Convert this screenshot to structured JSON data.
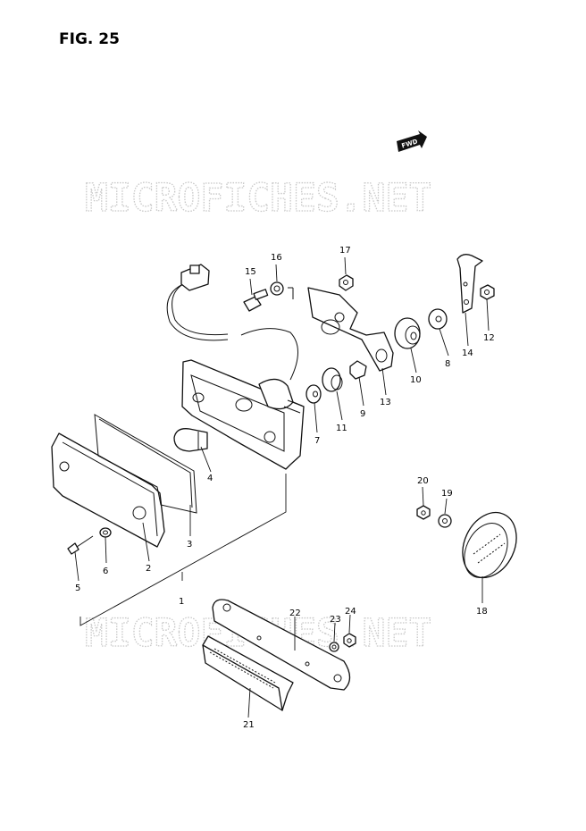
{
  "figure": {
    "title": "FIG. 25"
  },
  "forward_badge": {
    "label": "FWD"
  },
  "watermark": {
    "text": "MICROFICHES.NET"
  },
  "callouts": [
    {
      "id": "p1",
      "label": "1"
    },
    {
      "id": "p2",
      "label": "2"
    },
    {
      "id": "p3",
      "label": "3"
    },
    {
      "id": "p4",
      "label": "4"
    },
    {
      "id": "p5",
      "label": "5"
    },
    {
      "id": "p6",
      "label": "6"
    },
    {
      "id": "p7",
      "label": "7"
    },
    {
      "id": "p8",
      "label": "8"
    },
    {
      "id": "p9",
      "label": "9"
    },
    {
      "id": "p10",
      "label": "10"
    },
    {
      "id": "p11",
      "label": "11"
    },
    {
      "id": "p12",
      "label": "12"
    },
    {
      "id": "p13",
      "label": "13"
    },
    {
      "id": "p14",
      "label": "14"
    },
    {
      "id": "p15",
      "label": "15"
    },
    {
      "id": "p16",
      "label": "16"
    },
    {
      "id": "p17",
      "label": "17"
    },
    {
      "id": "p18",
      "label": "18"
    },
    {
      "id": "p19",
      "label": "19"
    },
    {
      "id": "p20",
      "label": "20"
    },
    {
      "id": "p21",
      "label": "21"
    },
    {
      "id": "p22",
      "label": "22"
    },
    {
      "id": "p23",
      "label": "23"
    },
    {
      "id": "p24",
      "label": "24"
    }
  ]
}
